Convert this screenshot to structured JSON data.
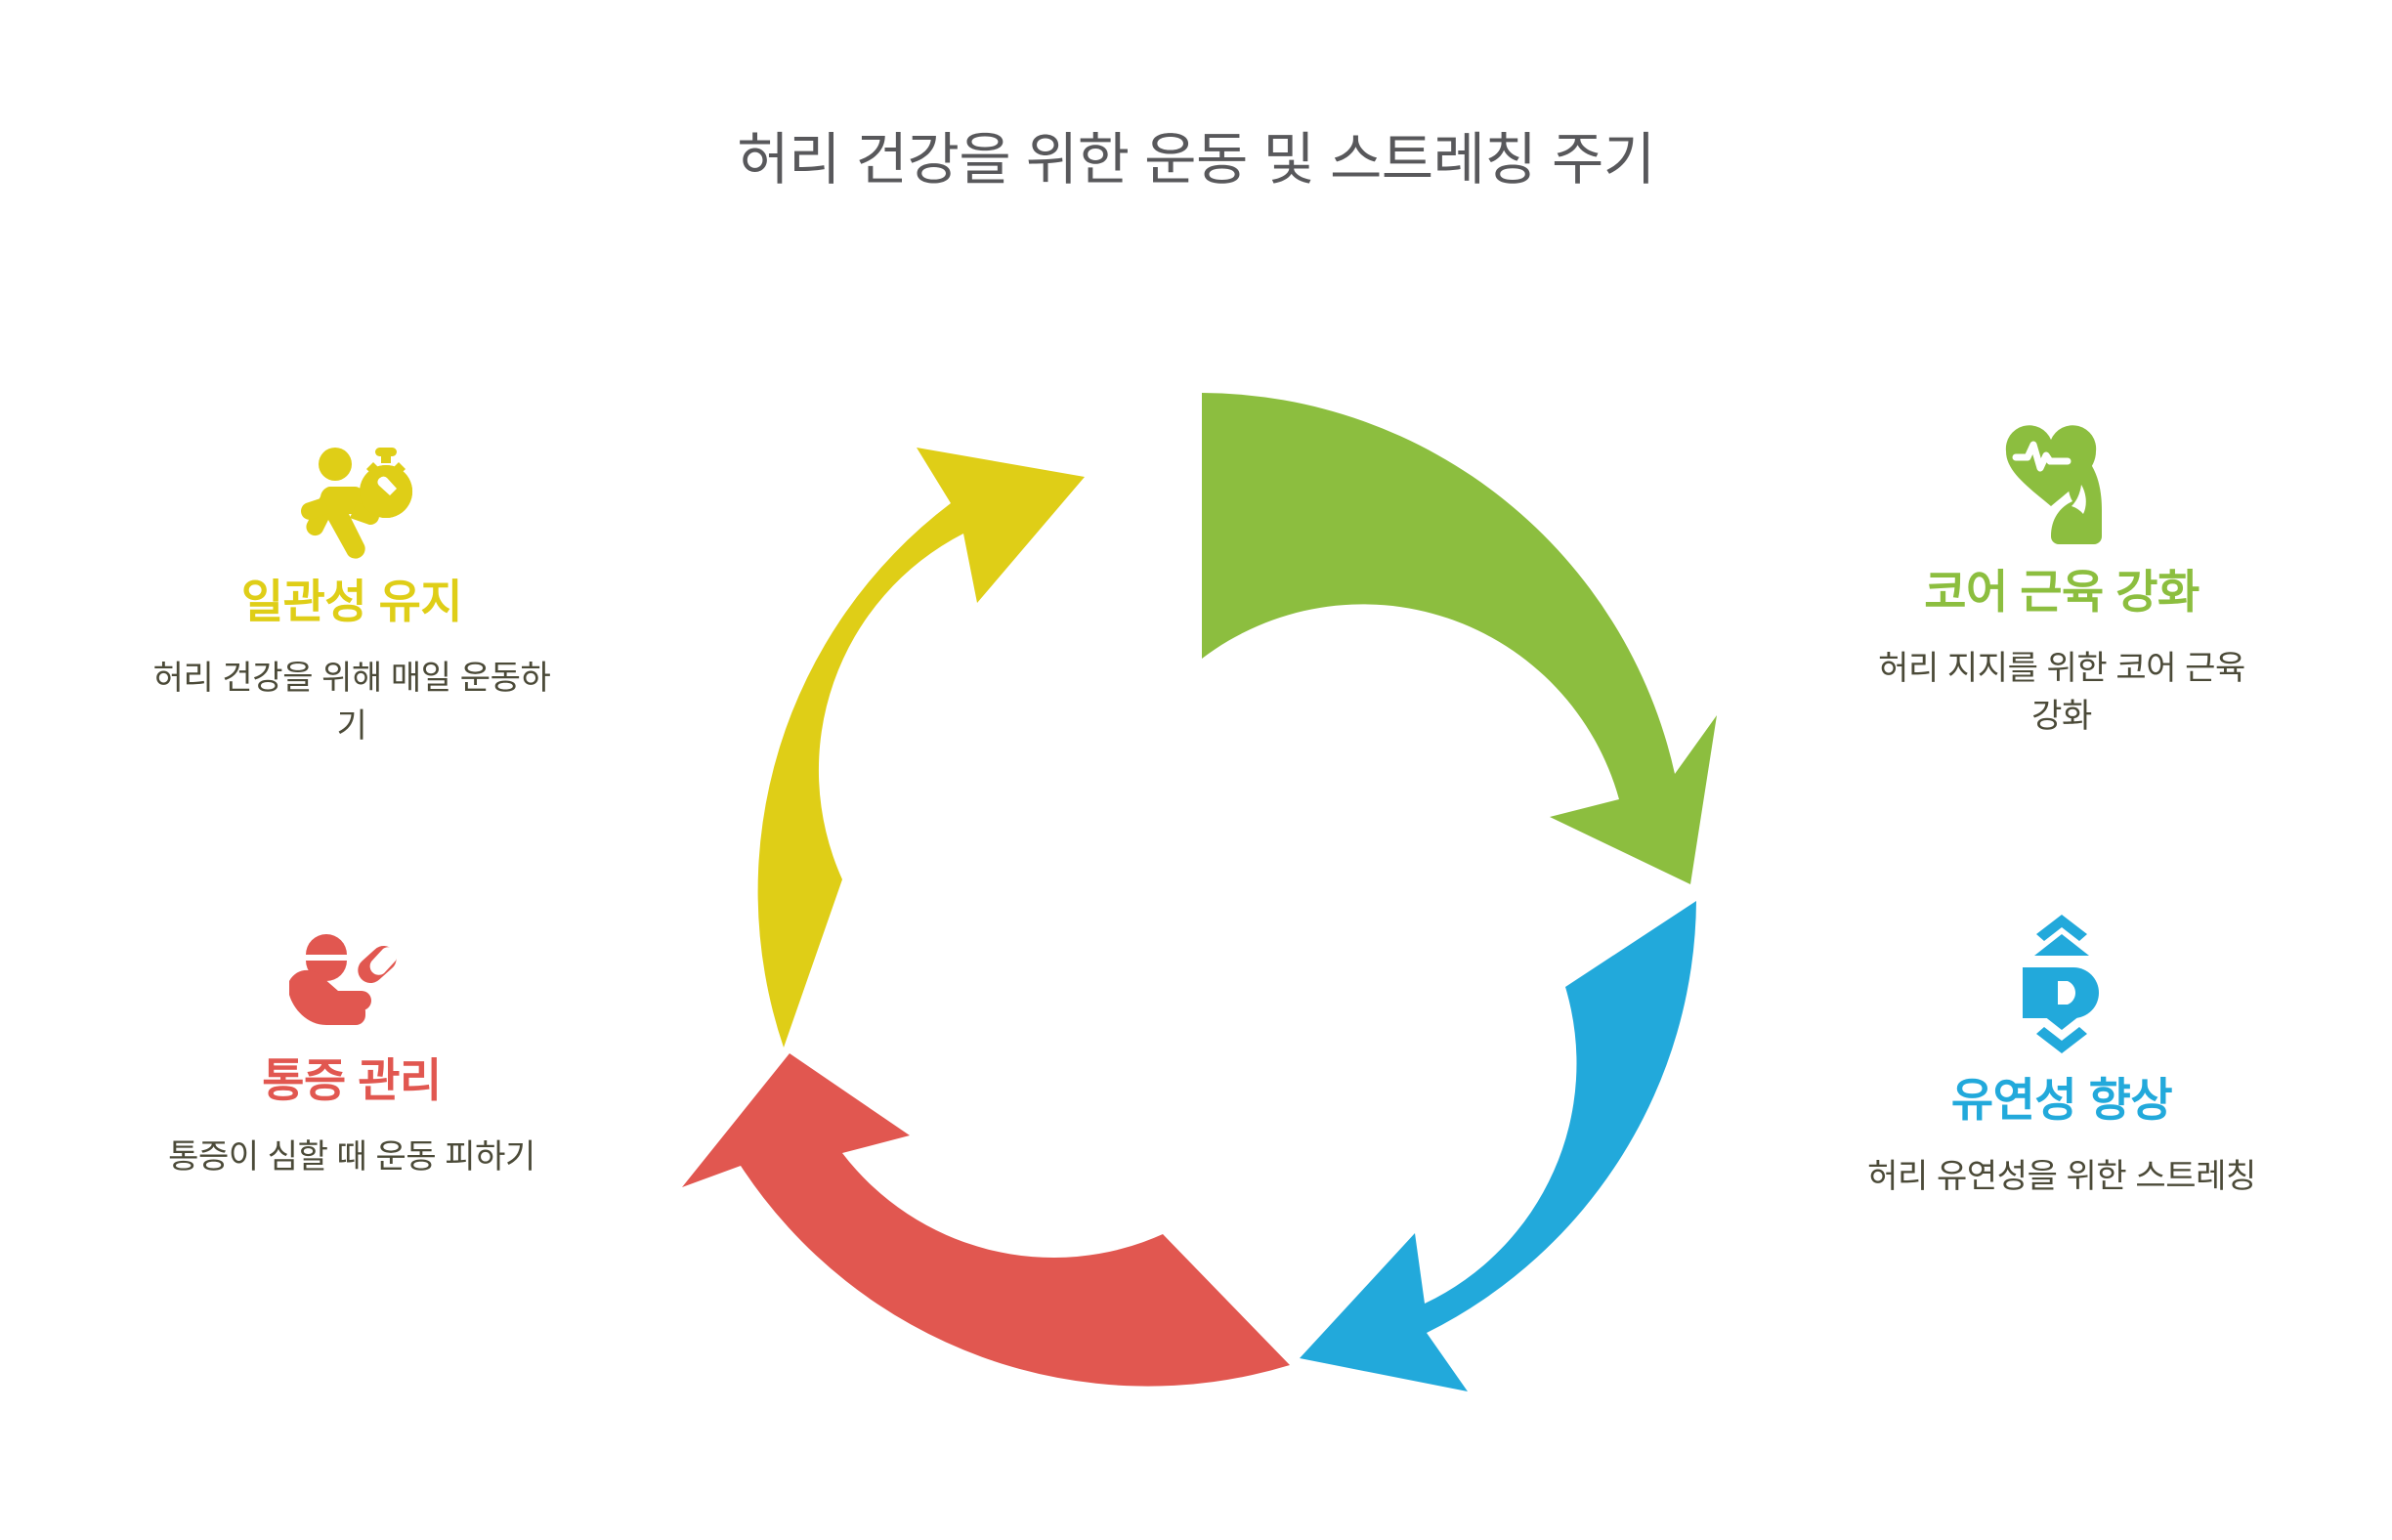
{
  "page": {
    "title": "허리 건강을 위한 운동 및 스트레칭 주기",
    "background_color": "#FFFFFF",
    "title_color": "#58585B",
    "body_text_color": "#4B4A38"
  },
  "colors": {
    "green": "#8CBE3F",
    "blue": "#22A9DB",
    "red": "#E15750",
    "yellow": "#DFCE17"
  },
  "cycle": {
    "type": "cyclical-arrow-diagram",
    "direction": "clockwise",
    "segment_count": 4,
    "segments": [
      {
        "position": "top-right",
        "color_key": "green",
        "color": "#8CBE3F",
        "linked_item": "core"
      },
      {
        "position": "bottom-right",
        "color_key": "blue",
        "color": "#22A9DB",
        "linked_item": "flexibility"
      },
      {
        "position": "bottom-left",
        "color_key": "red",
        "color": "#E15750",
        "linked_item": "pain"
      },
      {
        "position": "top-left",
        "color_key": "yellow",
        "color": "#DFCE17",
        "linked_item": "consistency"
      }
    ]
  },
  "items": [
    {
      "id": "consistency",
      "side": "left",
      "heading": "일관성 유지",
      "description": "허리 건강을 위해 매일 운동하기",
      "color": "#DFCE17",
      "icon": "runner-stopwatch-icon"
    },
    {
      "id": "pain",
      "side": "left",
      "heading": "통증 관리",
      "description": "통증이 심할 때 운동 피하기",
      "color": "#E15750",
      "icon": "hand-pills-icon"
    },
    {
      "id": "core",
      "side": "right",
      "heading": "코어 근육 강화",
      "description": "허리 지지를 위한 코어 근육 강화",
      "color": "#8CBE3F",
      "icon": "heart-pulse-bicep-icon"
    },
    {
      "id": "flexibility",
      "side": "right",
      "heading": "유연성 향상",
      "description": "허리 유연성을 위한 스트레칭",
      "color": "#22A9DB",
      "icon": "vertical-stretch-icon"
    }
  ]
}
